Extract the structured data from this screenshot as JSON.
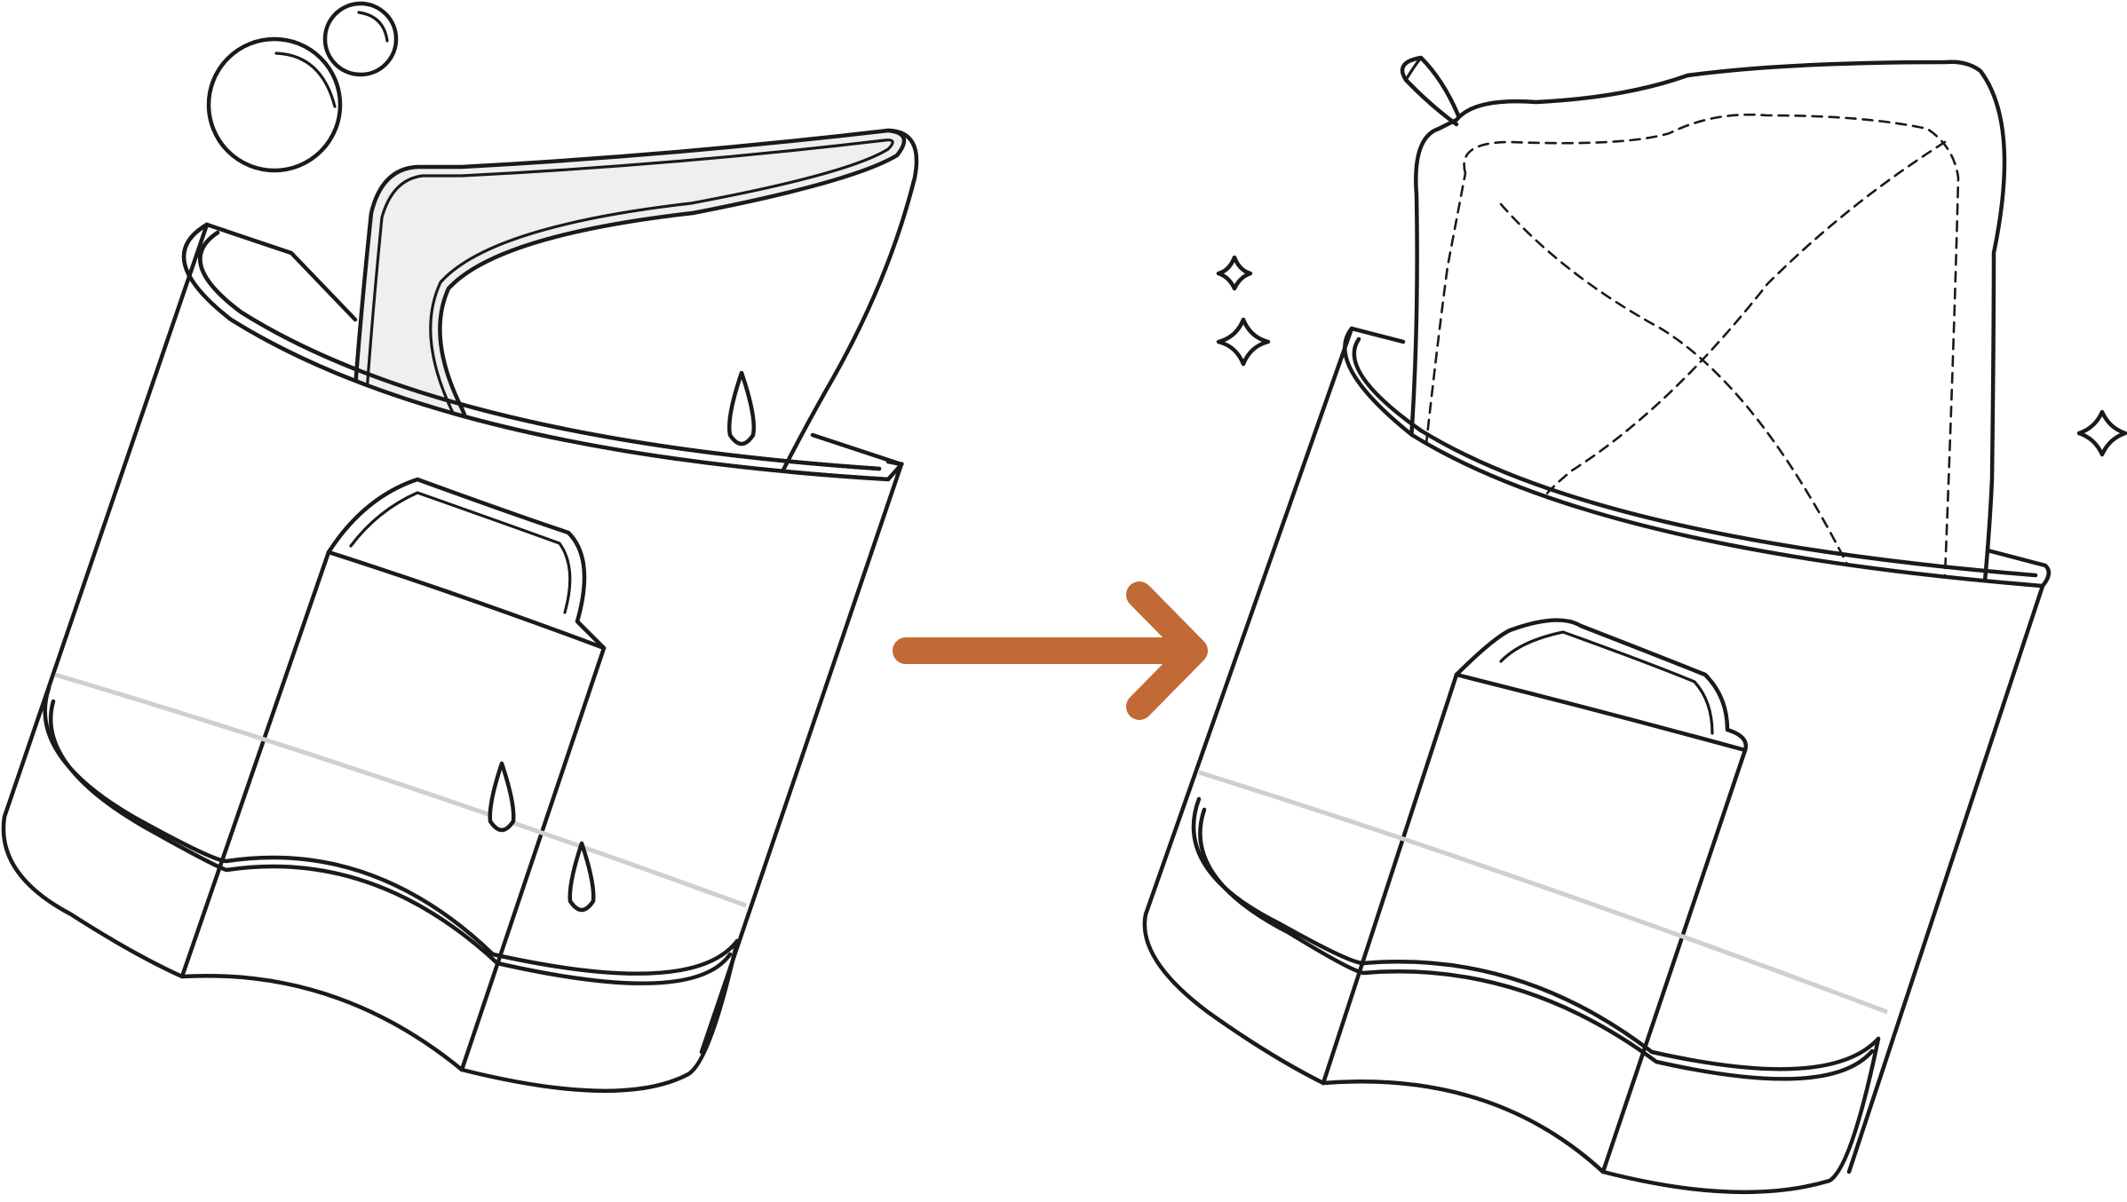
{
  "figure": {
    "panels": [
      {
        "id": "before",
        "state": "wet",
        "contents": [
          "holder-pouch",
          "wet-cloth",
          "bubbles",
          "water-drops"
        ]
      },
      {
        "id": "after",
        "state": "dry",
        "contents": [
          "holder-pouch",
          "dry-cloth",
          "sparkles"
        ]
      }
    ],
    "arrow": {
      "direction": "right",
      "color": "#c26a35"
    },
    "colors": {
      "outline": "#1a1a1a",
      "wet_cloth_fill": "#efefef",
      "water_line": "#cfcfcf",
      "background": "#ffffff"
    },
    "icons": [
      "bubble-icon",
      "water-drop-icon",
      "sparkle-icon",
      "arrow-right-icon"
    ]
  }
}
